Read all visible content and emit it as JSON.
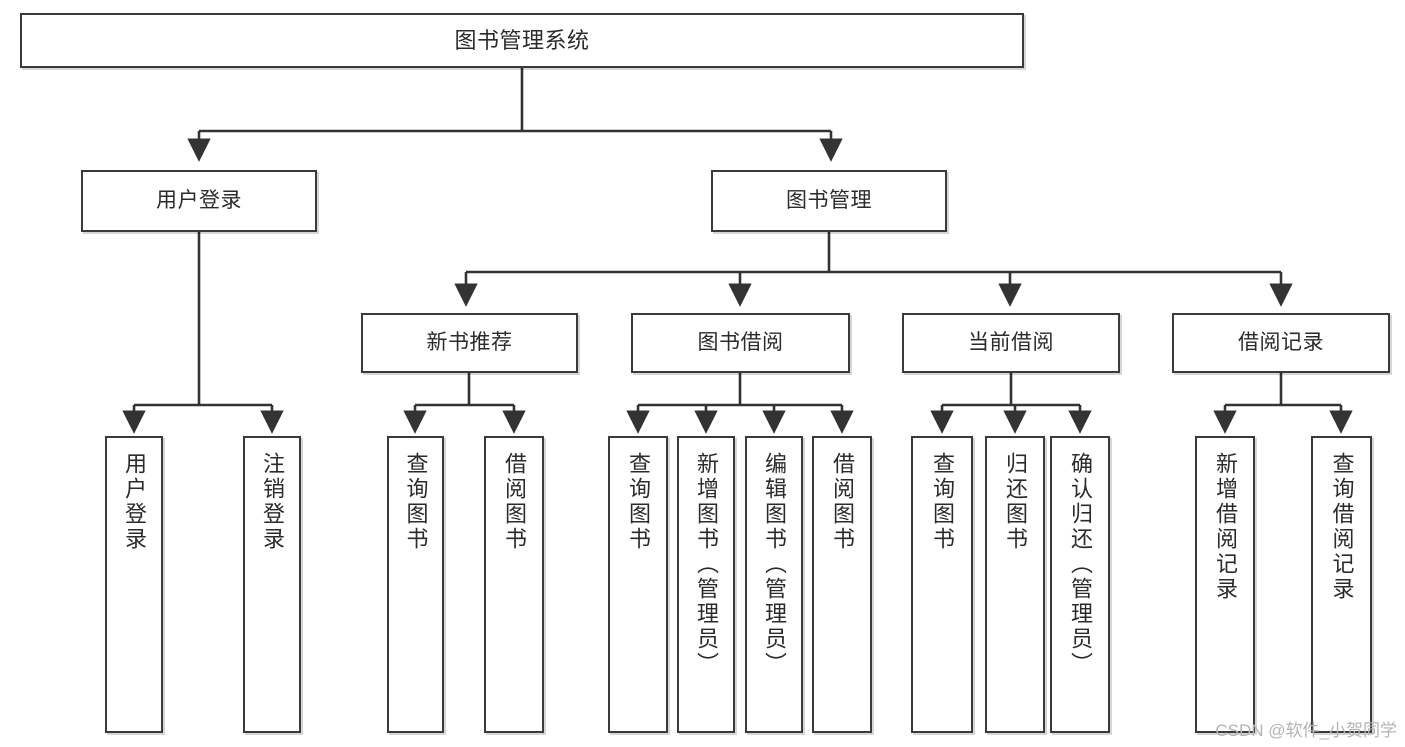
{
  "diagram": {
    "title": "图书管理系统",
    "type": "tree",
    "watermark": "CSDN @软件_小贺同学",
    "colors": {
      "box_border": "#3a3a3a",
      "box_fill": "#ffffff",
      "connector": "#333333",
      "text": "#2b2b2b",
      "watermark": "#b4b4b4",
      "background": "#ffffff"
    },
    "levels": {
      "root": "图书管理系统",
      "level2": [
        "用户登录",
        "图书管理"
      ],
      "level3": [
        "新书推荐",
        "图书借阅",
        "当前借阅",
        "借阅记录"
      ],
      "level4": [
        "用户登录",
        "注销登录",
        "查询图书",
        "借阅图书",
        "查询图书",
        "新增图书（管理员）",
        "编辑图书（管理员）",
        "借阅图书",
        "查询图书",
        "归还图书",
        "确认归还（管理员）",
        "新增借阅记录",
        "查询借阅记录"
      ]
    },
    "nodes": {
      "root": {
        "label": "图书管理系统"
      },
      "user_login": {
        "label": "用户登录"
      },
      "book_manage": {
        "label": "图书管理"
      },
      "new_book_rec": {
        "label": "新书推荐"
      },
      "book_borrow": {
        "label": "图书借阅"
      },
      "current_borrow": {
        "label": "当前借阅"
      },
      "borrow_record": {
        "label": "借阅记录"
      },
      "leaf_user_login": {
        "label": "用户登录"
      },
      "leaf_logout": {
        "label": "注销登录"
      },
      "leaf_query_book_1": {
        "label": "查询图书"
      },
      "leaf_borrow_book_1": {
        "label": "借阅图书"
      },
      "leaf_query_book_2": {
        "label": "查询图书"
      },
      "leaf_add_book": {
        "label": "新增图书（管理员）"
      },
      "leaf_edit_book": {
        "label": "编辑图书（管理员）"
      },
      "leaf_borrow_book_2": {
        "label": "借阅图书"
      },
      "leaf_query_book_3": {
        "label": "查询图书"
      },
      "leaf_return_book": {
        "label": "归还图书"
      },
      "leaf_confirm_return": {
        "label": "确认归还（管理员）"
      },
      "leaf_add_record": {
        "label": "新增借阅记录"
      },
      "leaf_query_record": {
        "label": "查询借阅记录"
      }
    },
    "edges": [
      {
        "from": "root",
        "to": "user_login"
      },
      {
        "from": "root",
        "to": "book_manage"
      },
      {
        "from": "user_login",
        "to": "leaf_user_login"
      },
      {
        "from": "user_login",
        "to": "leaf_logout"
      },
      {
        "from": "book_manage",
        "to": "new_book_rec"
      },
      {
        "from": "book_manage",
        "to": "book_borrow"
      },
      {
        "from": "book_manage",
        "to": "current_borrow"
      },
      {
        "from": "book_manage",
        "to": "borrow_record"
      },
      {
        "from": "new_book_rec",
        "to": "leaf_query_book_1"
      },
      {
        "from": "new_book_rec",
        "to": "leaf_borrow_book_1"
      },
      {
        "from": "book_borrow",
        "to": "leaf_query_book_2"
      },
      {
        "from": "book_borrow",
        "to": "leaf_add_book"
      },
      {
        "from": "book_borrow",
        "to": "leaf_edit_book"
      },
      {
        "from": "book_borrow",
        "to": "leaf_borrow_book_2"
      },
      {
        "from": "current_borrow",
        "to": "leaf_query_book_3"
      },
      {
        "from": "current_borrow",
        "to": "leaf_return_book"
      },
      {
        "from": "current_borrow",
        "to": "leaf_confirm_return"
      },
      {
        "from": "borrow_record",
        "to": "leaf_add_record"
      },
      {
        "from": "borrow_record",
        "to": "leaf_query_record"
      }
    ]
  }
}
